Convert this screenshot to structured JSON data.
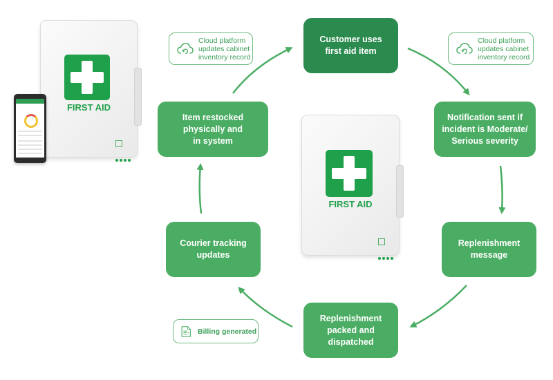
{
  "diagram": {
    "title": "First aid cabinet replenishment cycle",
    "colors": {
      "step_fill": "#4aad63",
      "step_fill_active": "#2b8a4e",
      "arrow": "#4aad63",
      "note_border": "#6dbb80",
      "note_text": "#3e9f58",
      "brand_green": "#1fa04a"
    },
    "steps": [
      {
        "id": "customer-uses",
        "label": "Customer uses\nfirst aid item",
        "highlight": true
      },
      {
        "id": "notification",
        "label": "Notification sent if\nincident is Moderate/\nSerious severity",
        "highlight": false
      },
      {
        "id": "replenishment-message",
        "label": "Replenishment\nmessage",
        "highlight": false
      },
      {
        "id": "packed-dispatched",
        "label": "Replenishment\npacked and\ndispatched",
        "highlight": false
      },
      {
        "id": "courier-tracking",
        "label": "Courier tracking\nupdates",
        "highlight": false
      },
      {
        "id": "item-restocked",
        "label": "Item restocked\nphysically and\nin system",
        "highlight": false
      }
    ],
    "notes": [
      {
        "id": "cloud-left",
        "icon": "cloud-sync-icon",
        "label": "Cloud platform\nupdates cabinet\ninventory record"
      },
      {
        "id": "cloud-right",
        "icon": "cloud-sync-icon",
        "label": "Cloud platform\nupdates cabinet\ninventory record"
      },
      {
        "id": "billing",
        "icon": "document-icon",
        "label": "Billing generated"
      }
    ],
    "edges": [
      {
        "from": "customer-uses",
        "to": "notification"
      },
      {
        "from": "notification",
        "to": "replenishment-message"
      },
      {
        "from": "replenishment-message",
        "to": "packed-dispatched"
      },
      {
        "from": "packed-dispatched",
        "to": "courier-tracking"
      },
      {
        "from": "courier-tracking",
        "to": "item-restocked"
      },
      {
        "from": "item-restocked",
        "to": "customer-uses"
      }
    ],
    "cabinet_label": "FIRST AID"
  }
}
